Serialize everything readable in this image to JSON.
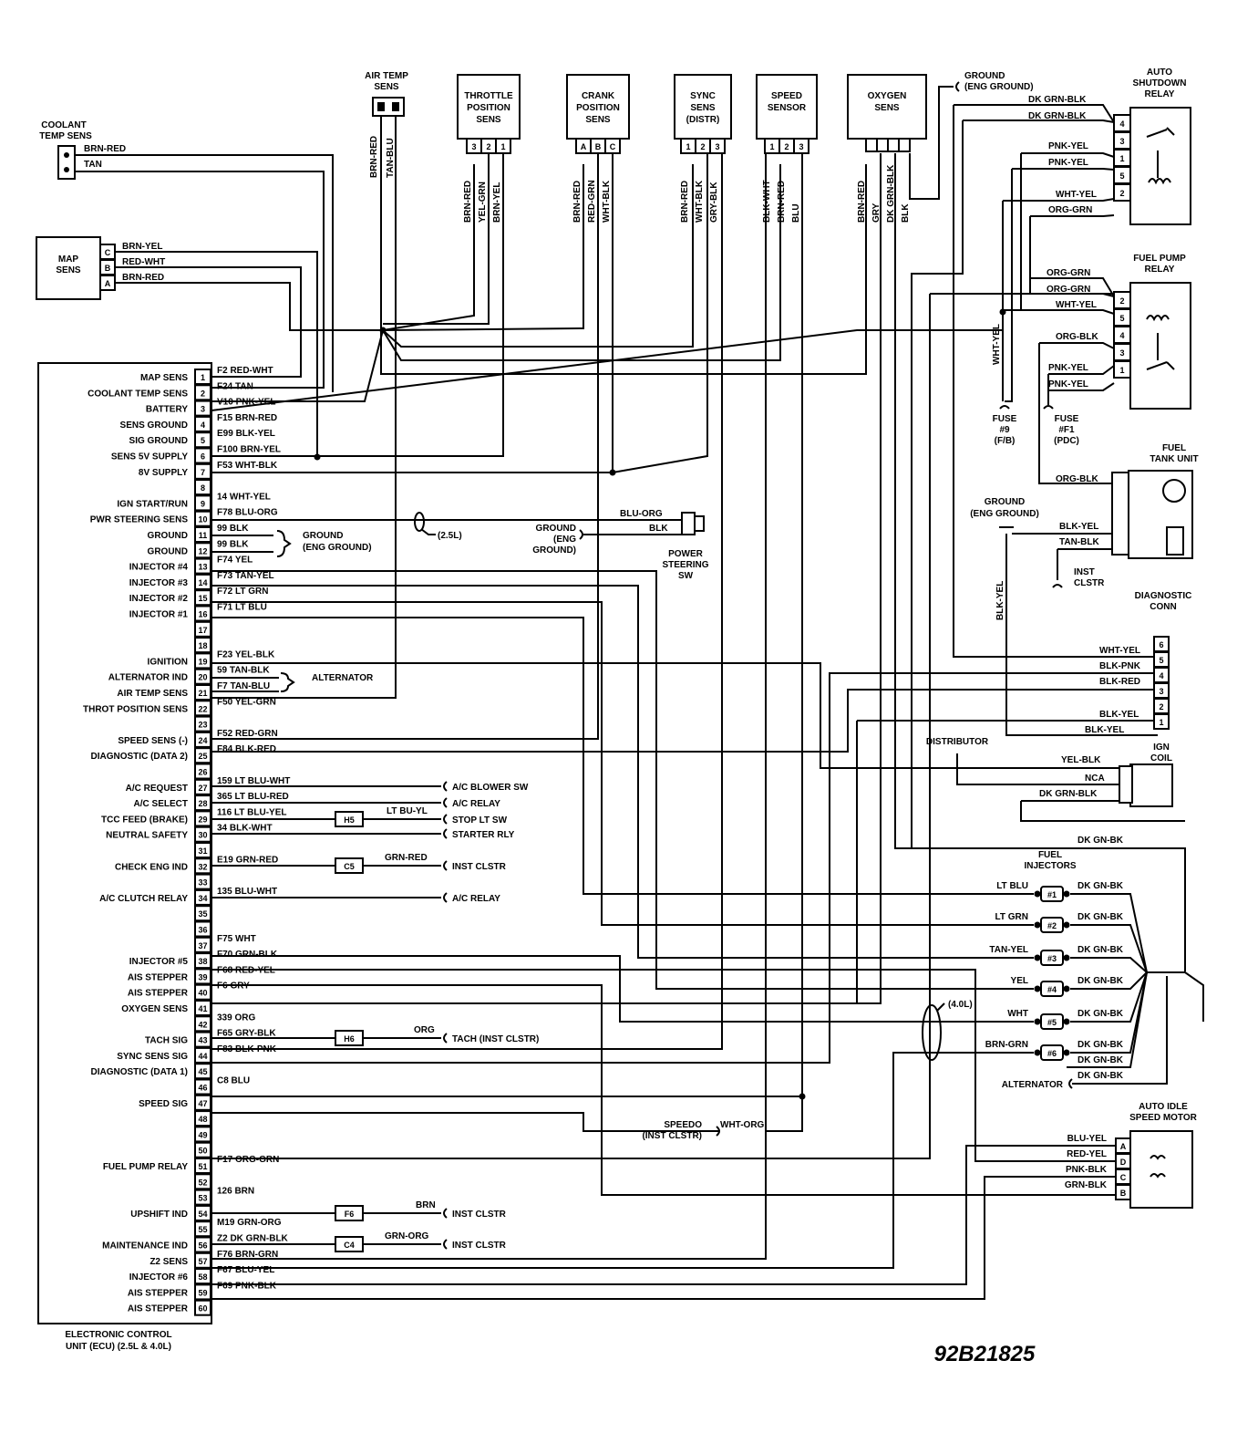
{
  "ecu": {
    "title_line1": "ELECTRONIC CONTROL",
    "title_line2": "UNIT (ECU) (2.5L & 4.0L)",
    "pins": [
      {
        "n": "1",
        "func": "MAP SENS",
        "wire": "F2 RED-WHT"
      },
      {
        "n": "2",
        "func": "COOLANT TEMP SENS",
        "wire": "F24 TAN"
      },
      {
        "n": "3",
        "func": "BATTERY",
        "wire": "V10 PNK-YEL"
      },
      {
        "n": "4",
        "func": "SENS GROUND",
        "wire": "F15 BRN-RED"
      },
      {
        "n": "5",
        "func": "SIG GROUND",
        "wire": "E99 BLK-YEL"
      },
      {
        "n": "6",
        "func": "SENS 5V SUPPLY",
        "wire": "F100 BRN-YEL"
      },
      {
        "n": "7",
        "func": "8V SUPPLY",
        "wire": "F53 WHT-BLK"
      },
      {
        "n": "8",
        "func": "",
        "wire": ""
      },
      {
        "n": "9",
        "func": "IGN START/RUN",
        "wire": "14 WHT-YEL"
      },
      {
        "n": "10",
        "func": "PWR STEERING SENS",
        "wire": "F78 BLU-ORG"
      },
      {
        "n": "11",
        "func": "GROUND",
        "wire": "99 BLK"
      },
      {
        "n": "12",
        "func": "GROUND",
        "wire": "99 BLK"
      },
      {
        "n": "13",
        "func": "INJECTOR #4",
        "wire": "F74 YEL"
      },
      {
        "n": "14",
        "func": "INJECTOR #3",
        "wire": "F73 TAN-YEL"
      },
      {
        "n": "15",
        "func": "INJECTOR #2",
        "wire": "F72 LT GRN"
      },
      {
        "n": "16",
        "func": "INJECTOR #1",
        "wire": "F71 LT BLU"
      },
      {
        "n": "17",
        "func": "",
        "wire": ""
      },
      {
        "n": "18",
        "func": "",
        "wire": ""
      },
      {
        "n": "19",
        "func": "IGNITION",
        "wire": "F23 YEL-BLK"
      },
      {
        "n": "20",
        "func": "ALTERNATOR IND",
        "wire": "59 TAN-BLK"
      },
      {
        "n": "21",
        "func": "AIR TEMP SENS",
        "wire": "F7 TAN-BLU"
      },
      {
        "n": "22",
        "func": "THROT POSITION SENS",
        "wire": "F50 YEL-GRN"
      },
      {
        "n": "23",
        "func": "",
        "wire": ""
      },
      {
        "n": "24",
        "func": "SPEED SENS (-)",
        "wire": "F52 RED-GRN"
      },
      {
        "n": "25",
        "func": "DIAGNOSTIC (DATA 2)",
        "wire": "F84 BLK-RED"
      },
      {
        "n": "26",
        "func": "",
        "wire": ""
      },
      {
        "n": "27",
        "func": "A/C REQUEST",
        "wire": "159 LT BLU-WHT"
      },
      {
        "n": "28",
        "func": "A/C SELECT",
        "wire": "365 LT BLU-RED"
      },
      {
        "n": "29",
        "func": "TCC FEED (BRAKE)",
        "wire": "116 LT BLU-YEL"
      },
      {
        "n": "30",
        "func": "NEUTRAL SAFETY",
        "wire": "34 BLK-WHT"
      },
      {
        "n": "31",
        "func": "",
        "wire": ""
      },
      {
        "n": "32",
        "func": "CHECK ENG IND",
        "wire": "E19 GRN-RED"
      },
      {
        "n": "33",
        "func": "",
        "wire": ""
      },
      {
        "n": "34",
        "func": "A/C CLUTCH RELAY",
        "wire": "135 BLU-WHT"
      },
      {
        "n": "35",
        "func": "",
        "wire": ""
      },
      {
        "n": "36",
        "func": "",
        "wire": ""
      },
      {
        "n": "37",
        "func": "",
        "wire": "F75 WHT"
      },
      {
        "n": "38",
        "func": "INJECTOR #5",
        "wire": "F70 GRN-BLK"
      },
      {
        "n": "39",
        "func": "AIS STEPPER",
        "wire": "F68 RED-YEL"
      },
      {
        "n": "40",
        "func": "AIS STEPPER",
        "wire": "F6 GRY"
      },
      {
        "n": "41",
        "func": "OXYGEN SENS",
        "wire": ""
      },
      {
        "n": "42",
        "func": "",
        "wire": "339 ORG"
      },
      {
        "n": "43",
        "func": "TACH SIG",
        "wire": "F65 GRY-BLK"
      },
      {
        "n": "44",
        "func": "SYNC SENS SIG",
        "wire": "F83 BLK-PNK"
      },
      {
        "n": "45",
        "func": "DIAGNOSTIC (DATA 1)",
        "wire": ""
      },
      {
        "n": "46",
        "func": "",
        "wire": "C8 BLU"
      },
      {
        "n": "47",
        "func": "SPEED SIG",
        "wire": ""
      },
      {
        "n": "48",
        "func": "",
        "wire": ""
      },
      {
        "n": "49",
        "func": "",
        "wire": ""
      },
      {
        "n": "50",
        "func": "",
        "wire": ""
      },
      {
        "n": "51",
        "func": "FUEL PUMP RELAY",
        "wire": "F17 ORG-GRN"
      },
      {
        "n": "52",
        "func": "",
        "wire": ""
      },
      {
        "n": "53",
        "func": "",
        "wire": "126 BRN"
      },
      {
        "n": "54",
        "func": "UPSHIFT IND",
        "wire": ""
      },
      {
        "n": "55",
        "func": "",
        "wire": "M19 GRN-ORG"
      },
      {
        "n": "56",
        "func": "MAINTENANCE IND",
        "wire": "Z2 DK GRN-BLK"
      },
      {
        "n": "57",
        "func": "Z2 SENS",
        "wire": "F76 BRN-GRN"
      },
      {
        "n": "58",
        "func": "INJECTOR #6",
        "wire": "F67 BLU-YEL"
      },
      {
        "n": "59",
        "func": "AIS STEPPER",
        "wire": "F69 PNK-BLK"
      },
      {
        "n": "60",
        "func": "AIS STEPPER",
        "wire": ""
      }
    ]
  },
  "coolant": {
    "title1": "COOLANT",
    "title2": "TEMP SENS",
    "w1": "BRN-RED",
    "w2": "TAN"
  },
  "map": {
    "title1": "MAP",
    "title2": "SENS",
    "pins": [
      "C",
      "B",
      "A"
    ],
    "wires": [
      "BRN-YEL",
      "RED-WHT",
      "BRN-RED"
    ]
  },
  "air_temp": {
    "title1": "AIR TEMP",
    "title2": "SENS",
    "wires": [
      "BRN-RED",
      "TAN-BLU"
    ]
  },
  "throttle": {
    "title": [
      "THROTTLE",
      "POSITION",
      "SENS"
    ],
    "pins": [
      "3",
      "2",
      "1"
    ],
    "wires": [
      "BRN-RED",
      "YEL-GRN",
      "BRN-YEL"
    ]
  },
  "crank": {
    "title": [
      "CRANK",
      "POSITION",
      "SENS"
    ],
    "pins": [
      "A",
      "B",
      "C"
    ],
    "wires": [
      "BRN-RED",
      "RED-GRN",
      "WHT-BLK"
    ]
  },
  "sync": {
    "title": [
      "SYNC",
      "SENS",
      "(DISTR)"
    ],
    "pins": [
      "1",
      "2",
      "3"
    ],
    "wires": [
      "BRN-RED",
      "WHT-BLK",
      "GRY-BLK"
    ]
  },
  "speed": {
    "title": [
      "SPEED",
      "SENSOR"
    ],
    "pins": [
      "1",
      "2",
      "3"
    ],
    "wires": [
      "BLK-WHT",
      "BRN-RED",
      "BLU"
    ]
  },
  "oxygen": {
    "title": [
      "OXYGEN",
      "SENS"
    ],
    "wires": [
      "BRN-RED",
      "GRY",
      "DK GRN-BLK",
      "BLK"
    ]
  },
  "ground_top": {
    "l1": "GROUND",
    "l2": "(ENG GROUND)"
  },
  "asd": {
    "title": [
      "AUTO",
      "SHUTDOWN",
      "RELAY"
    ],
    "pins": [
      "4",
      "3",
      "1",
      "5",
      "2"
    ],
    "wires": [
      "DK GRN-BLK",
      "DK GRN-BLK",
      "PNK-YEL",
      "PNK-YEL",
      "WHT-YEL",
      "ORG-GRN"
    ]
  },
  "fpr": {
    "title": [
      "FUEL PUMP",
      "RELAY"
    ],
    "pins": [
      "2",
      "5",
      "4",
      "3",
      "1"
    ],
    "wires": [
      "ORG-GRN",
      "ORG-GRN",
      "WHT-YEL",
      "ORG-BLK",
      "PNK-YEL",
      "PNK-YEL"
    ],
    "vert": "WHT-YEL"
  },
  "fuses": {
    "f9": [
      "FUSE",
      "#9",
      "(F/B)"
    ],
    "f1": [
      "FUSE",
      "#F1",
      "(PDC)"
    ]
  },
  "tank": {
    "title": [
      "FUEL",
      "TANK UNIT"
    ],
    "wires": [
      "ORG-BLK",
      "BLK-YEL",
      "TAN-BLK"
    ],
    "inst": [
      "INST",
      "CLSTR"
    ],
    "vert": "BLK-YEL"
  },
  "ground_mid": {
    "l1": "GROUND",
    "l2": "(ENG GROUND)"
  },
  "diag": {
    "title": [
      "DIAGNOSTIC",
      "CONN"
    ],
    "pins": [
      "6",
      "5",
      "4",
      "3",
      "2",
      "1"
    ],
    "wires": [
      "WHT-YEL",
      "BLK-PNK",
      "BLK-RED",
      "BLK-YEL",
      "BLK-YEL"
    ]
  },
  "distributor": {
    "label": "DISTRIBUTOR"
  },
  "coil": {
    "title": [
      "IGN",
      "COIL"
    ],
    "wires": [
      "YEL-BLK",
      "NCA",
      "DK GRN-BLK"
    ]
  },
  "injectors": {
    "title": [
      "FUEL",
      "INJECTORS"
    ],
    "top": "DK GN-BK",
    "list": [
      {
        "in": "LT BLU",
        "n": "#1",
        "out": "DK GN-BK"
      },
      {
        "in": "LT GRN",
        "n": "#2",
        "out": "DK GN-BK"
      },
      {
        "in": "TAN-YEL",
        "n": "#3",
        "out": "DK GN-BK"
      },
      {
        "in": "YEL",
        "n": "#4",
        "out": "DK GN-BK"
      },
      {
        "in": "WHT",
        "n": "#5",
        "out": "DK GN-BK"
      },
      {
        "in": "BRN-GRN",
        "n": "#6",
        "out": "DK GN-BK"
      }
    ],
    "extra": "DK GN-BK",
    "alt_label": "ALTERNATOR",
    "alt_wire": "DK GN-BK",
    "engine": "(4.0L)"
  },
  "ps": {
    "blu": "BLU-ORG",
    "blk": "BLK",
    "gnd": [
      "GROUND",
      "(ENG",
      "GROUND)"
    ],
    "title": [
      "POWER",
      "STEERING",
      "SW"
    ],
    "note": "(2.5L)"
  },
  "ground_ecu": {
    "l1": "GROUND",
    "l2": "(ENG GROUND)"
  },
  "alternator": "ALTERNATOR",
  "branches": {
    "ac_blower": "A/C BLOWER SW",
    "ac_relay1": "A/C RELAY",
    "stop": "STOP LT SW",
    "starter": "STARTER RLY",
    "h5": "H5",
    "h5_wire": "LT BU-YL",
    "c5": "C5",
    "c5_wire": "GRN-RED",
    "c5_dest": "INST CLSTR",
    "ac_relay2": "A/C RELAY",
    "h6": "H6",
    "h6_wire": "ORG",
    "h6_dest": "TACH (INST CLSTR)",
    "f6": "F6",
    "f6_wire": "BRN",
    "f6_dest": "INST CLSTR",
    "c4": "C4",
    "c4_wire": "GRN-ORG",
    "c4_dest": "INST CLSTR"
  },
  "speedo": {
    "l1": "SPEEDO",
    "l2": "(INST CLSTR)",
    "wire": "WHT-ORG"
  },
  "aism": {
    "title": [
      "AUTO IDLE",
      "SPEED MOTOR"
    ],
    "pins": [
      "A",
      "D",
      "C",
      "B"
    ],
    "wires": [
      "BLU-YEL",
      "RED-YEL",
      "PNK-BLK",
      "GRN-BLK"
    ]
  },
  "figure_id": "92B21825"
}
